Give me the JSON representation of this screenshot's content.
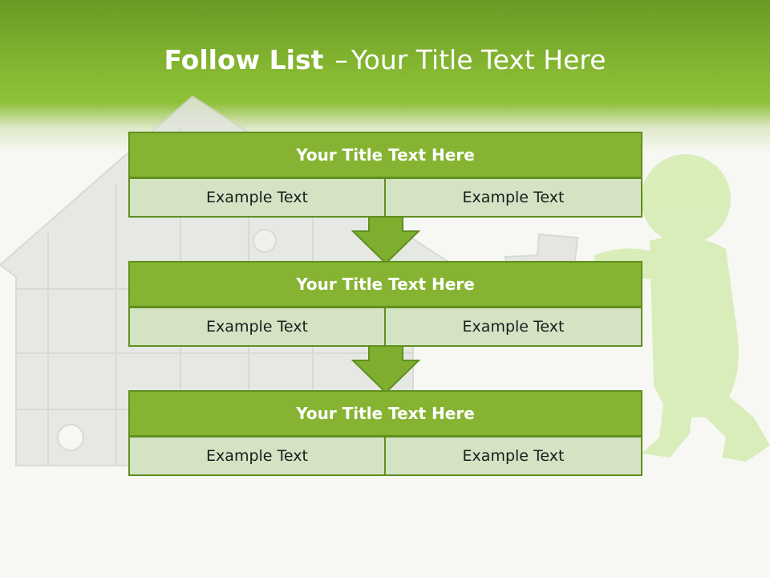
{
  "title": {
    "bold": "Follow List",
    "dash": "–",
    "rest": "Your Title Text Here"
  },
  "steps": [
    {
      "title": "Your Title Text Here",
      "left": "Example Text",
      "right": "Example Text"
    },
    {
      "title": "Your Title Text Here",
      "left": "Example Text",
      "right": "Example Text"
    },
    {
      "title": "Your Title Text Here",
      "left": "Example Text",
      "right": "Example Text"
    }
  ],
  "colors": {
    "title_fill": "#86b432",
    "border": "#5f8f1f",
    "cell_fill": "#d3e3c3",
    "arrow_fill": "#7fae2e",
    "figure": "#d6ecb4"
  }
}
